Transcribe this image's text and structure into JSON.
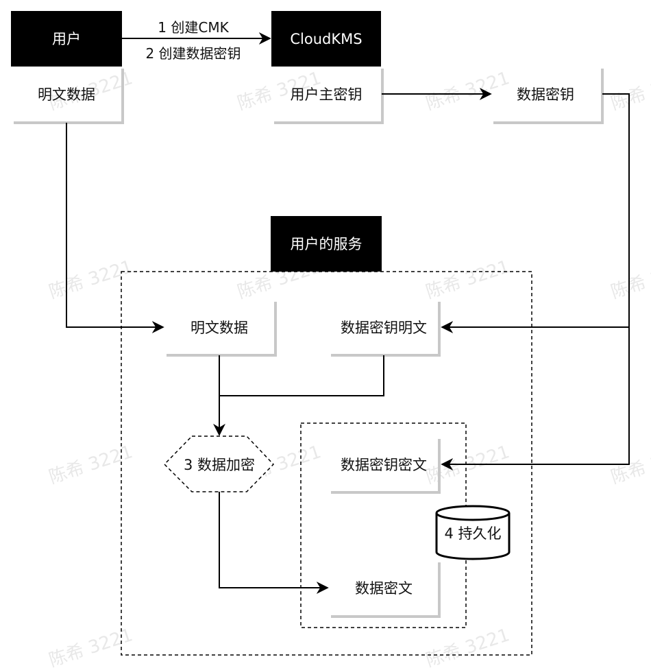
{
  "nodes": {
    "user_header": "用户",
    "user_plaintext": "明文数据",
    "kms_header": "CloudKMS",
    "cmk": "用户主密钥",
    "data_key": "数据密钥",
    "service_header": "用户的服务",
    "svc_plaintext": "明文数据",
    "data_key_plain": "数据密钥明文",
    "data_key_cipher": "数据密钥密文",
    "encrypt": "3 数据加密",
    "persist": "4 持久化",
    "ciphertext": "数据密文"
  },
  "edges": {
    "create_cmk": "1 创建CMK",
    "create_data_key": "2 创建数据密钥"
  },
  "watermark": "陈希 3221",
  "colors": {
    "header_fill": "#000000",
    "line": "#000000",
    "box_shadow": "#c8c8c8",
    "watermark": "#d6d6d6"
  }
}
